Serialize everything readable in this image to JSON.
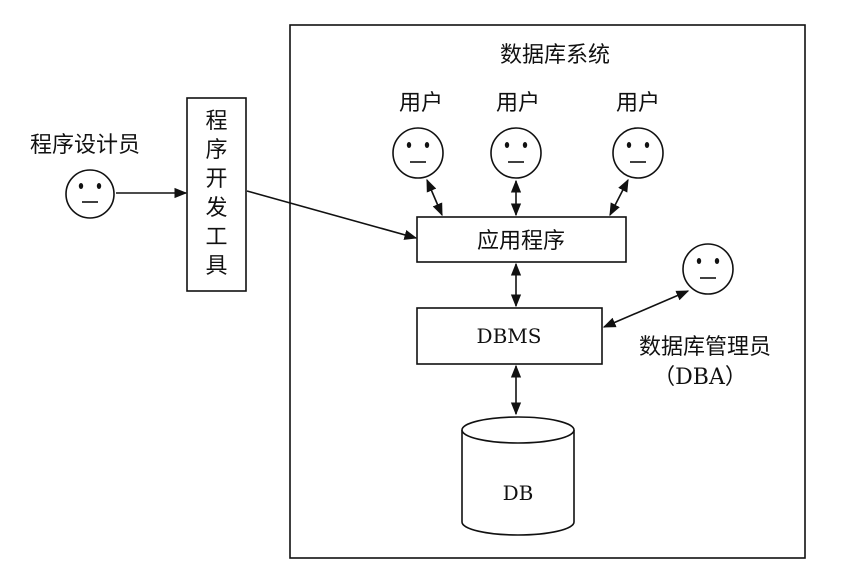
{
  "system": {
    "title": "数据库系统"
  },
  "programmer": {
    "label": "程序设计员"
  },
  "dev_tool": {
    "chars": [
      "程",
      "序",
      "开",
      "发",
      "工",
      "具"
    ]
  },
  "users": [
    {
      "label": "用户"
    },
    {
      "label": "用户"
    },
    {
      "label": "用户"
    }
  ],
  "app": {
    "label": "应用程序"
  },
  "dbms": {
    "label": "DBMS"
  },
  "db": {
    "label": "DB"
  },
  "dba": {
    "label_line1": "数据库管理员",
    "label_line2": "（DBA）"
  }
}
